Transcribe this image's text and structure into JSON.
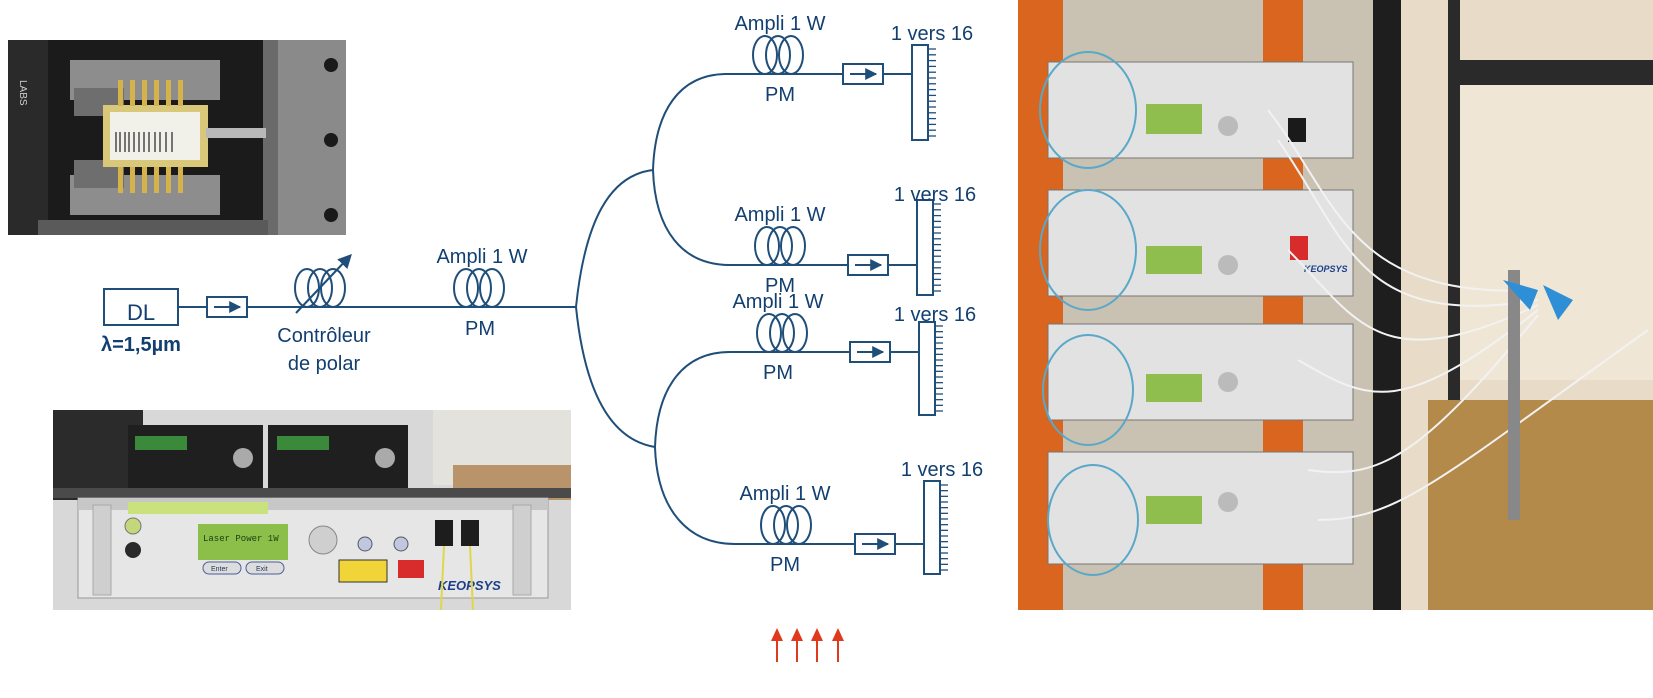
{
  "source": {
    "box_label": "DL",
    "wavelength": "λ=1,5µm"
  },
  "controller": {
    "line1": "Contrôleur",
    "line2": "de polar"
  },
  "main_amp": {
    "label": "Ampli 1 W",
    "sub": "PM"
  },
  "branches": [
    {
      "amp_label": "Ampli 1 W",
      "amp_sub": "PM",
      "splitter_label": "1 vers 16"
    },
    {
      "amp_label": "Ampli 1 W",
      "amp_sub": "PM",
      "splitter_label": "1 vers 16"
    },
    {
      "amp_label": "Ampli 1 W",
      "amp_sub": "PM",
      "splitter_label": "1 vers 16"
    },
    {
      "amp_label": "Ampli 1 W",
      "amp_sub": "PM",
      "splitter_label": "1 vers 16"
    }
  ],
  "photos": {
    "chip_label": "LABS",
    "amp_front_brand": "KEOPSYS",
    "amp_front_display": "Laser Power 1W",
    "amp_front_btn1": "Enter",
    "amp_front_btn2": "Exit",
    "rack_brand": "KEOPSYS"
  },
  "colors": {
    "line": "#1f4e79",
    "text": "#123f70",
    "arrows": "#e03a1e",
    "rack_orange": "#d9651f"
  }
}
